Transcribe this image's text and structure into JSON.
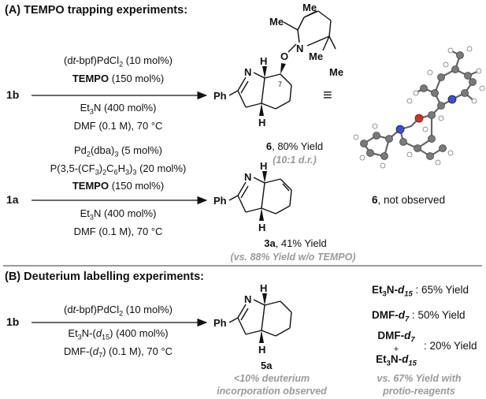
{
  "section_a": {
    "title": "(A) TEMPO trapping experiments:"
  },
  "rxn1": {
    "substrate": "1b",
    "cond1_pre": "(d",
    "cond1_t": "t",
    "cond1_post": "-bpf)PdCl",
    "cond1_sub": "2",
    "cond1_amt": " (10 mol%)",
    "cond2": "TEMPO",
    "cond2_amt": " (150 mol%)",
    "cond3_a": "Et",
    "cond3_sub": "3",
    "cond3_b": "N (400 mol%)",
    "cond4": "DMF (0.1 M), 70 °C",
    "product_num": "6",
    "product_yield": ", 80% Yield",
    "dr": "(10:1 d.r.)",
    "equiv_symbol": "≡"
  },
  "rxn2": {
    "substrate": "1a",
    "cond1_a": "Pd",
    "cond1_s1": "2",
    "cond1_b": "(dba)",
    "cond1_s2": "3",
    "cond1_c": " (5 mol%)",
    "cond2_a": "P(3,5-(CF",
    "cond2_s1": "3",
    "cond2_b": ")",
    "cond2_s2": "2",
    "cond2_c": "C",
    "cond2_s3": "6",
    "cond2_d": "H",
    "cond2_s4": "3",
    "cond2_e": ")",
    "cond2_s5": "3",
    "cond2_f": " (20 mol%)",
    "cond3": "TEMPO",
    "cond3_amt": " (150 mol%)",
    "cond4_a": "Et",
    "cond4_sub": "3",
    "cond4_b": "N (400 mol%)",
    "cond5": "DMF (0.1 M), 70 °C",
    "product_num": "3a",
    "product_yield": ", 41% Yield",
    "comparison": "(vs. 88% Yield w/o TEMPO)",
    "side_num": "6",
    "side_text": ", not observed"
  },
  "section_b": {
    "title": "(B) Deuterium labelling experiments:"
  },
  "rxn3": {
    "substrate": "1b",
    "cond1_pre": "(d",
    "cond1_t": "t",
    "cond1_post": "-bpf)PdCl",
    "cond1_sub": "2",
    "cond1_amt": " (10 mol%)",
    "cond2_a": "Et",
    "cond2_s1": "3",
    "cond2_b": "N-(",
    "cond2_d": "d",
    "cond2_s2": "15",
    "cond2_c": ") (400 mol%)",
    "cond3_a": "DMF-(",
    "cond3_d": "d",
    "cond3_s": "7",
    "cond3_b": ") (0.1 M), 70 °C",
    "product_num": "5a",
    "note1": "<10% deuterium",
    "note2": "incorporation observed"
  },
  "results": {
    "r1_a": "Et",
    "r1_s1": "3",
    "r1_b": "N-",
    "r1_d": "d",
    "r1_s2": "15",
    "r1_yield": " : 65% Yield",
    "r2_a": "DMF-",
    "r2_d": "d",
    "r2_s": "7",
    "r2_yield": "  : 50% Yield",
    "r3_a": "DMF-",
    "r3_d": "d",
    "r3_s": "7",
    "r3_plus": "+",
    "r3_b": "Et",
    "r3_s1": "3",
    "r3_c": "N-",
    "r3_d2": "d",
    "r3_s2": "15",
    "r3_yield": ": 20% Yield",
    "compare1": "vs. 67% Yield with",
    "compare2": "protio-reagents"
  },
  "atoms": {
    "ph": "Ph",
    "n": "N",
    "h": "H",
    "o": "O",
    "me": "Me",
    "stereo7": "7"
  }
}
